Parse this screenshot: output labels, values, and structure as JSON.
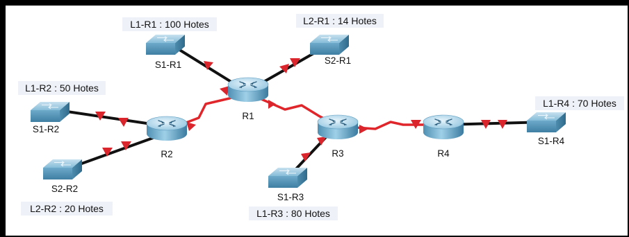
{
  "topology": {
    "routers": [
      {
        "id": "R1",
        "label": "R1"
      },
      {
        "id": "R2",
        "label": "R2"
      },
      {
        "id": "R3",
        "label": "R3"
      },
      {
        "id": "R4",
        "label": "R4"
      }
    ],
    "switches": [
      {
        "id": "S1-R1",
        "label": "S1-R1",
        "lan": "L1-R1 : 100 Hotes"
      },
      {
        "id": "S2-R1",
        "label": "S2-R1",
        "lan": "L2-R1 : 14 Hotes"
      },
      {
        "id": "S1-R2",
        "label": "S1-R2",
        "lan": "L1-R2 : 50 Hotes"
      },
      {
        "id": "S2-R2",
        "label": "S2-R2",
        "lan": "L2-R2 : 20 Hotes"
      },
      {
        "id": "S1-R3",
        "label": "S1-R3",
        "lan": "L1-R3 : 80 Hotes"
      },
      {
        "id": "S1-R4",
        "label": "S1-R4",
        "lan": "L1-R4 : 70 Hotes"
      }
    ],
    "links": [
      {
        "from": "S1-R1",
        "to": "R1",
        "type": "ethernet"
      },
      {
        "from": "S2-R1",
        "to": "R1",
        "type": "ethernet"
      },
      {
        "from": "S1-R2",
        "to": "R2",
        "type": "ethernet"
      },
      {
        "from": "S2-R2",
        "to": "R2",
        "type": "ethernet"
      },
      {
        "from": "S1-R3",
        "to": "R3",
        "type": "ethernet"
      },
      {
        "from": "S1-R4",
        "to": "R4",
        "type": "ethernet"
      },
      {
        "from": "R1",
        "to": "R2",
        "type": "serial"
      },
      {
        "from": "R1",
        "to": "R3",
        "type": "serial"
      },
      {
        "from": "R3",
        "to": "R4",
        "type": "serial"
      }
    ]
  },
  "colors": {
    "serial_link": "#e0262a",
    "ethernet_link": "#111111",
    "device_body": "#6aaed1",
    "frame": "#000000"
  }
}
